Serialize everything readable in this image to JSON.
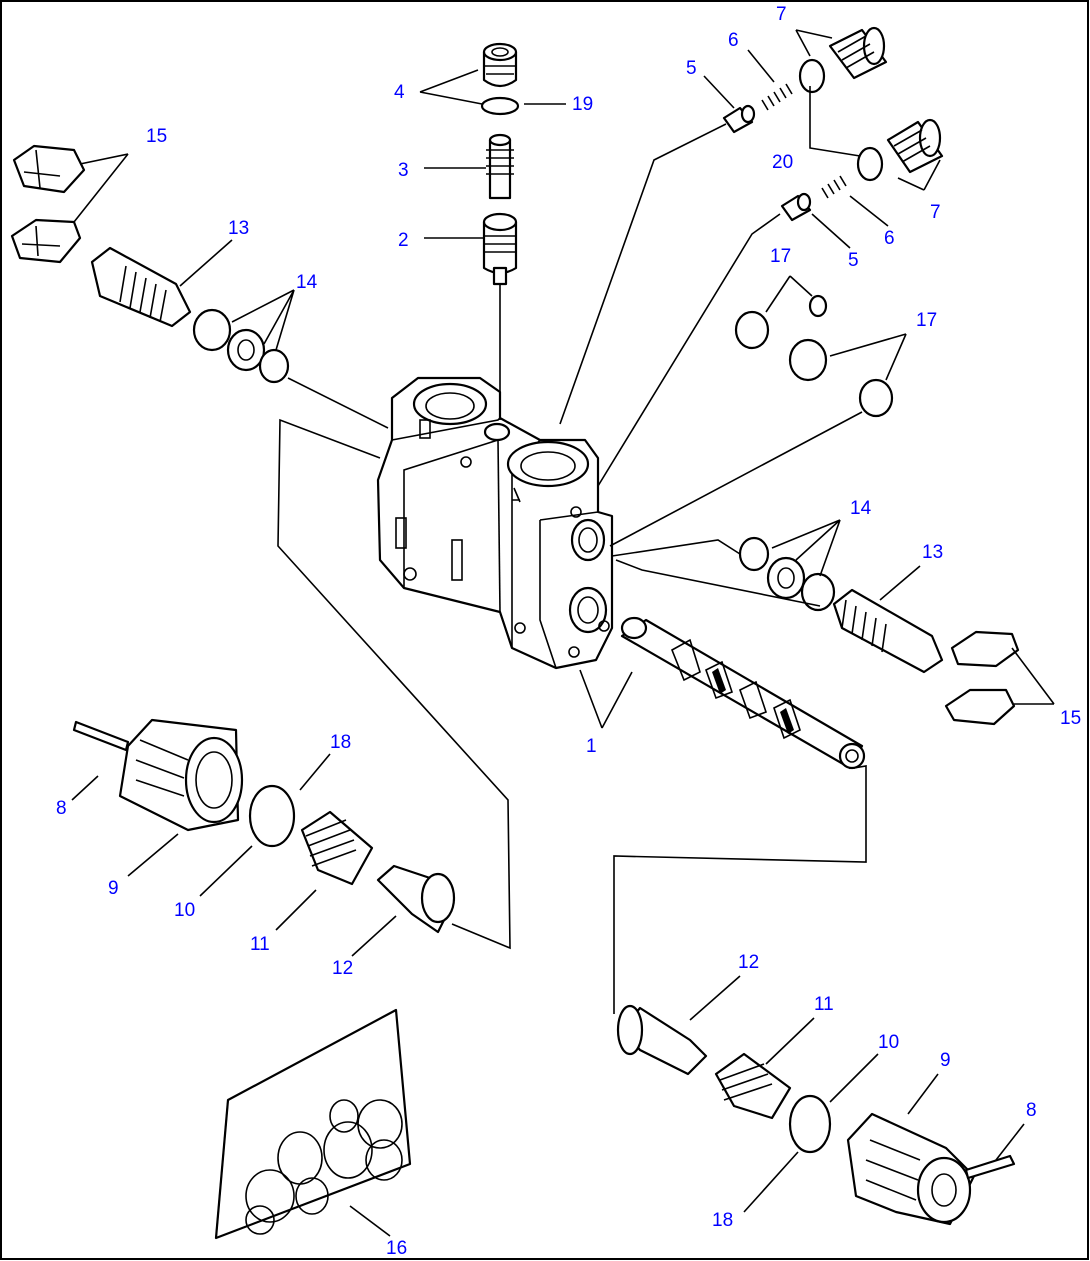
{
  "callouts": [
    {
      "id": "c1",
      "text": "1"
    },
    {
      "id": "c2",
      "text": "2"
    },
    {
      "id": "c3",
      "text": "3"
    },
    {
      "id": "c4",
      "text": "4"
    },
    {
      "id": "c5a",
      "text": "5"
    },
    {
      "id": "c5b",
      "text": "5"
    },
    {
      "id": "c6a",
      "text": "6"
    },
    {
      "id": "c6b",
      "text": "6"
    },
    {
      "id": "c7a",
      "text": "7"
    },
    {
      "id": "c7b",
      "text": "7"
    },
    {
      "id": "c8a",
      "text": "8"
    },
    {
      "id": "c8b",
      "text": "8"
    },
    {
      "id": "c9a",
      "text": "9"
    },
    {
      "id": "c9b",
      "text": "9"
    },
    {
      "id": "c10a",
      "text": "10"
    },
    {
      "id": "c10b",
      "text": "10"
    },
    {
      "id": "c11a",
      "text": "11"
    },
    {
      "id": "c11b",
      "text": "11"
    },
    {
      "id": "c12a",
      "text": "12"
    },
    {
      "id": "c12b",
      "text": "12"
    },
    {
      "id": "c13a",
      "text": "13"
    },
    {
      "id": "c13b",
      "text": "13"
    },
    {
      "id": "c14a",
      "text": "14"
    },
    {
      "id": "c14b",
      "text": "14"
    },
    {
      "id": "c15a",
      "text": "15"
    },
    {
      "id": "c15b",
      "text": "15"
    },
    {
      "id": "c16",
      "text": "16"
    },
    {
      "id": "c17a",
      "text": "17"
    },
    {
      "id": "c17b",
      "text": "17"
    },
    {
      "id": "c18a",
      "text": "18"
    },
    {
      "id": "c18b",
      "text": "18"
    },
    {
      "id": "c19",
      "text": "19"
    },
    {
      "id": "c20",
      "text": "20"
    }
  ]
}
